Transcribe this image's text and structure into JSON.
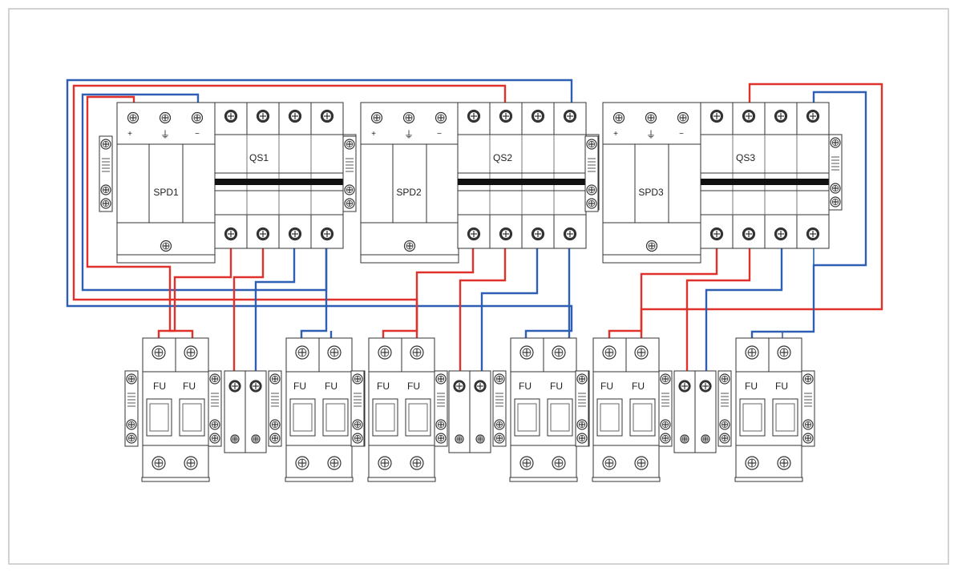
{
  "diagram": {
    "surge_protectors": [
      {
        "label": "SPD1",
        "terminals": [
          "+",
          "⏚",
          "−"
        ]
      },
      {
        "label": "SPD2",
        "terminals": [
          "+",
          "⏚",
          "−"
        ]
      },
      {
        "label": "SPD3",
        "terminals": [
          "+",
          "⏚",
          "−"
        ]
      }
    ],
    "switches": [
      {
        "label": "QS1"
      },
      {
        "label": "QS2"
      },
      {
        "label": "QS3"
      }
    ],
    "fuse_label": "FU",
    "fuse_holder_count": 6,
    "colors": {
      "positive_wire": "#e0312b",
      "negative_wire": "#2f5fb3",
      "frame": "#bdbdbd",
      "outline": "#333333"
    }
  }
}
